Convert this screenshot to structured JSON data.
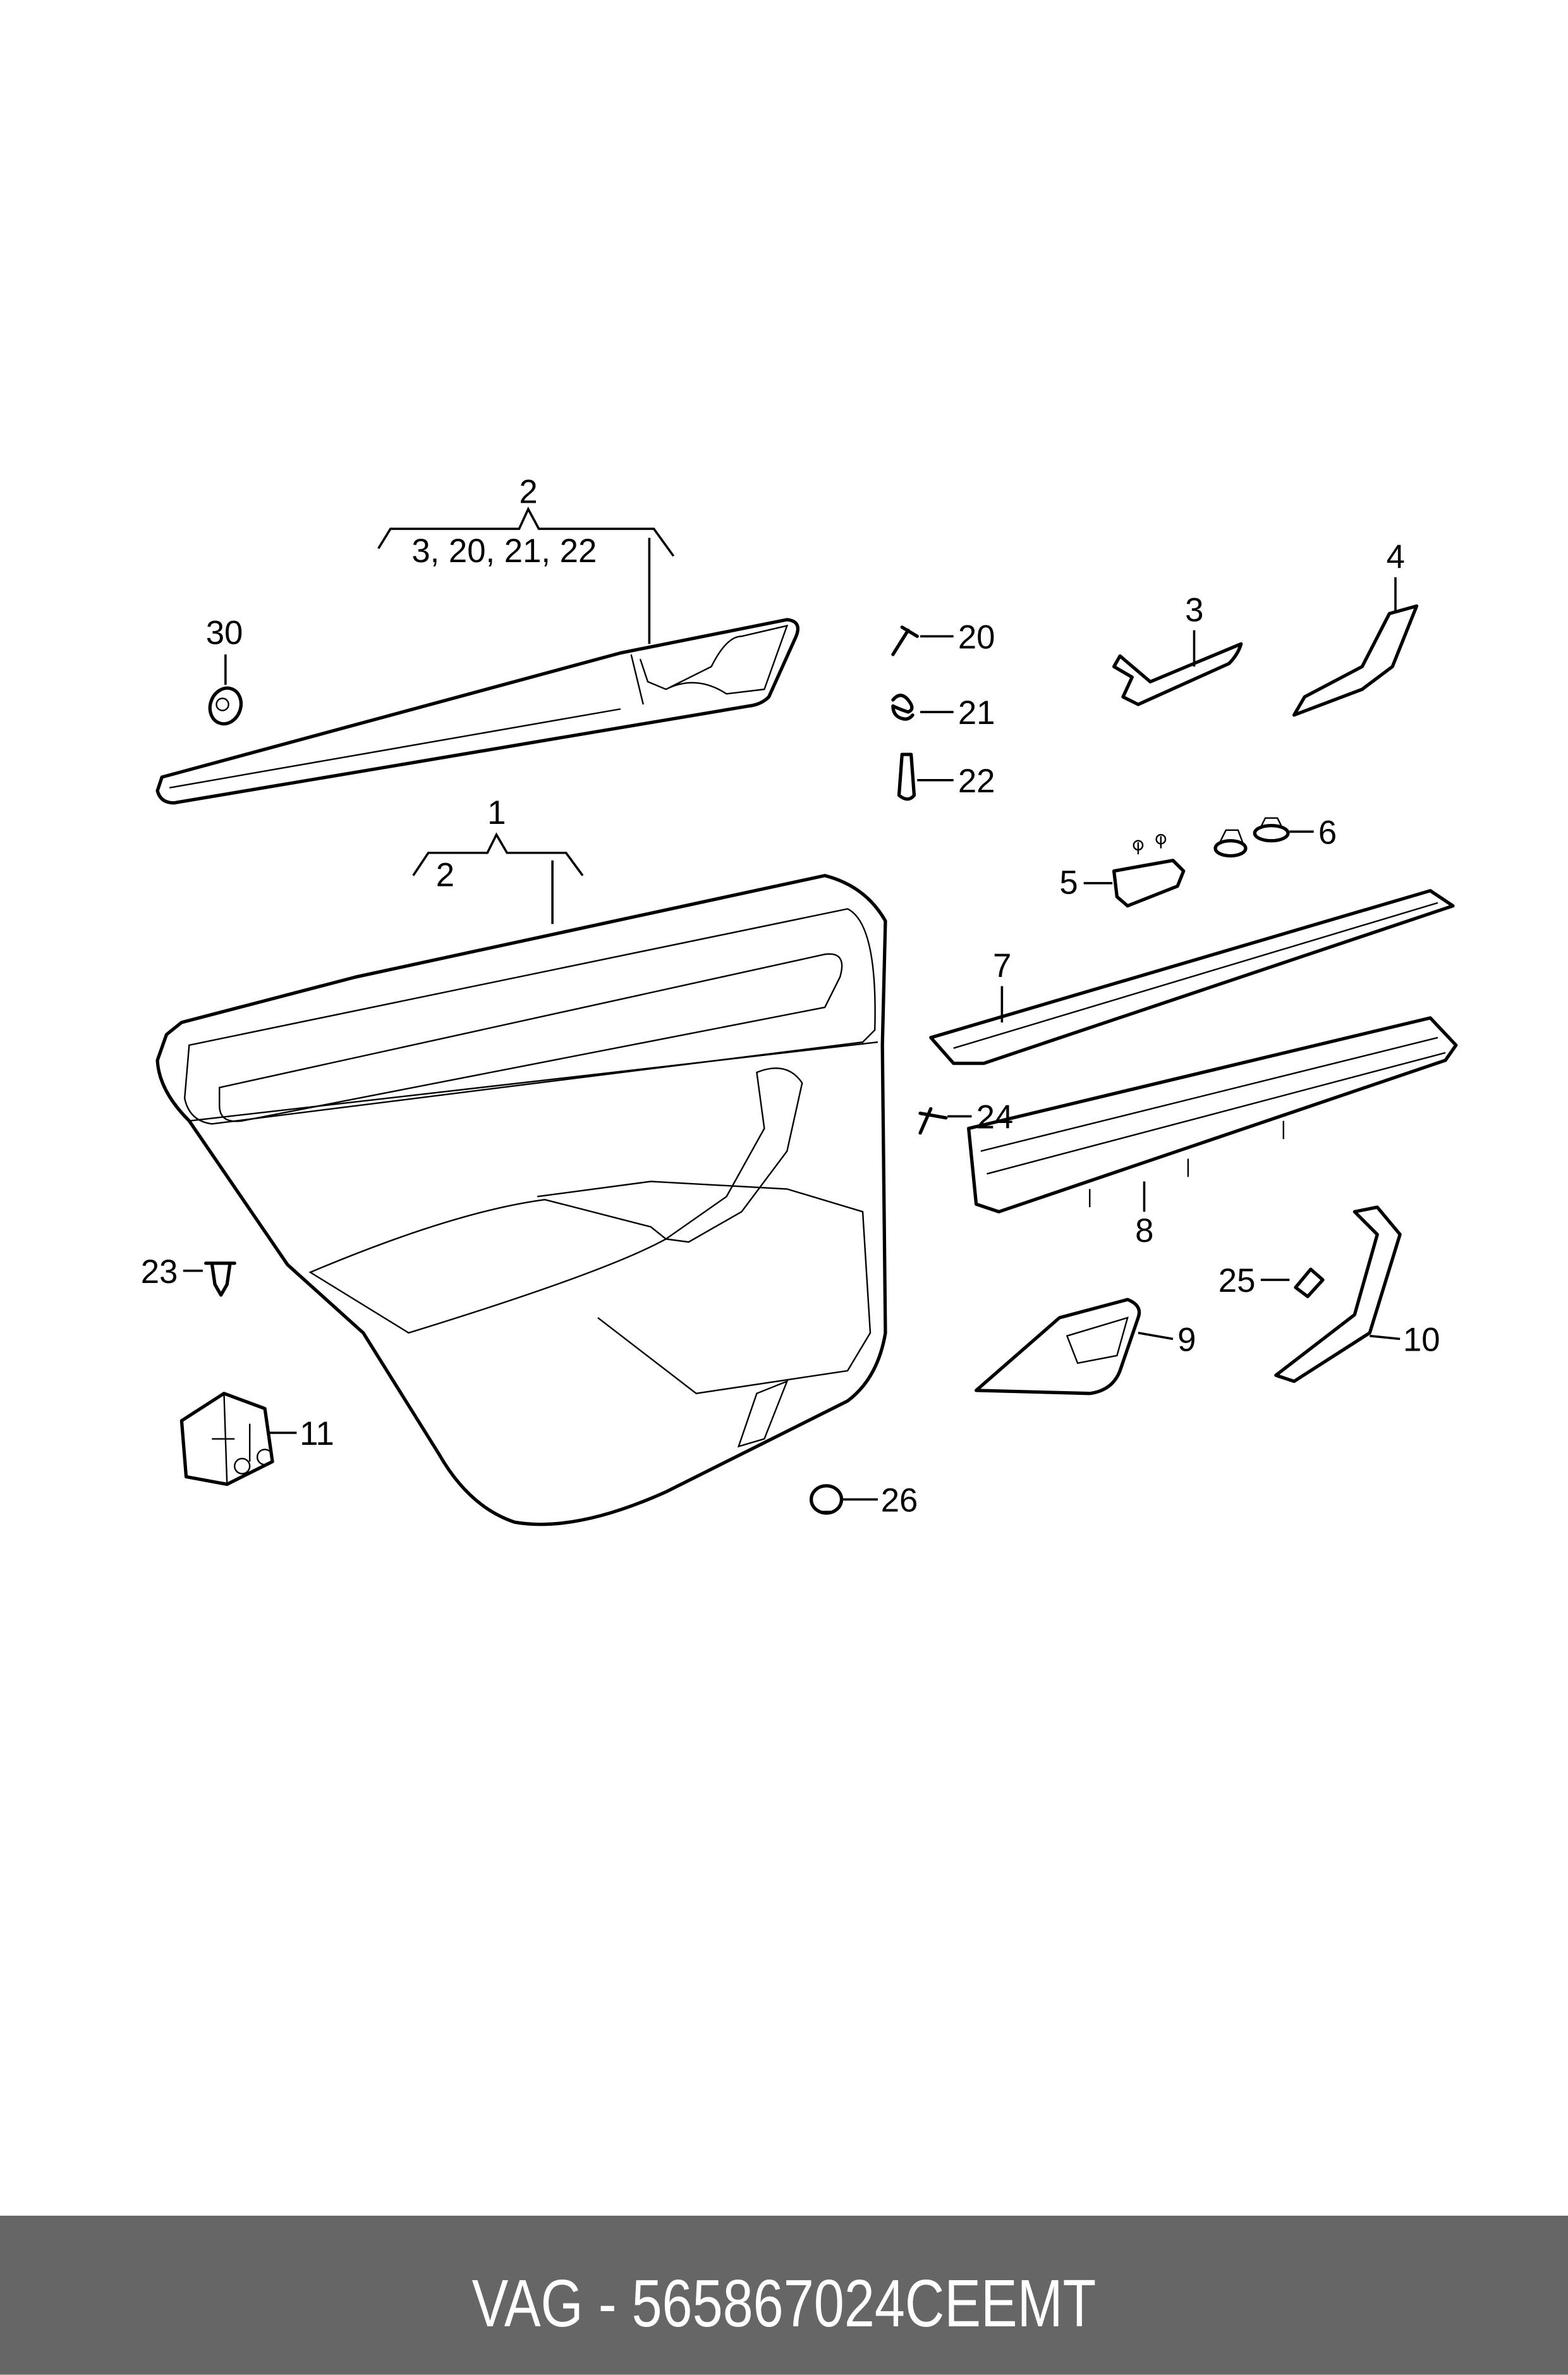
{
  "diagram": {
    "callouts": {
      "group2_top": "2",
      "group2_members": "3, 20, 21, 22",
      "p30": "30",
      "group1_top": "1",
      "group1_member": "2",
      "p20": "20",
      "p21": "21",
      "p22": "22",
      "p3": "3",
      "p4": "4",
      "p5": "5",
      "p6": "6",
      "p7": "7",
      "p24": "24",
      "p8": "8",
      "p23": "23",
      "p25": "25",
      "p9": "9",
      "p10": "10",
      "p11": "11",
      "p26": "26"
    }
  },
  "footer": {
    "part_number_label": "VAG - 565867024CEEMT",
    "background_color": "#666666"
  }
}
